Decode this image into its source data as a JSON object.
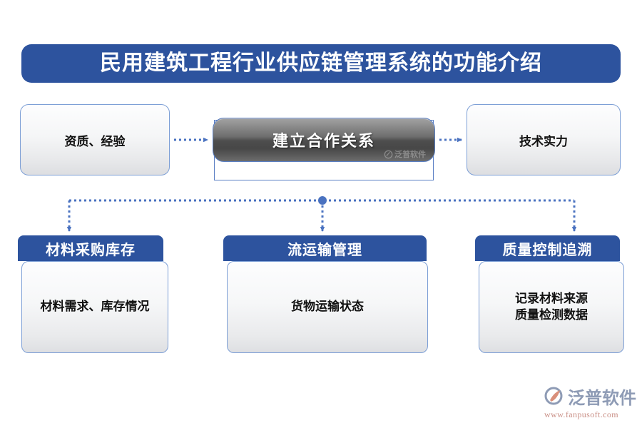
{
  "title": {
    "text": "民用建筑工程行业供应链管理系统的功能介绍"
  },
  "colors": {
    "banner_blue": "#2d539e",
    "header_blue": "#2d539e",
    "box_border_blue": "#7d9fd6",
    "connector_blue": "#4a72c0",
    "pill_dark": "#4e4e4e"
  },
  "top_row": {
    "left_box": {
      "label": "资质、经验"
    },
    "center_box": {
      "label": "建立合作关系",
      "watermark": "泛普软件"
    },
    "right_box": {
      "label": "技术实力"
    }
  },
  "bottom_cards": [
    {
      "header": "材料采购库存",
      "lines": [
        "材料需求、库存情况"
      ]
    },
    {
      "header": "流运输管理",
      "lines": [
        "货物运输状态"
      ]
    },
    {
      "header": "质量控制追溯",
      "lines": [
        "记录材料来源",
        "质量检测数据"
      ]
    }
  ],
  "logo": {
    "name": "泛普软件",
    "url": "www.fanpusoft.com"
  }
}
